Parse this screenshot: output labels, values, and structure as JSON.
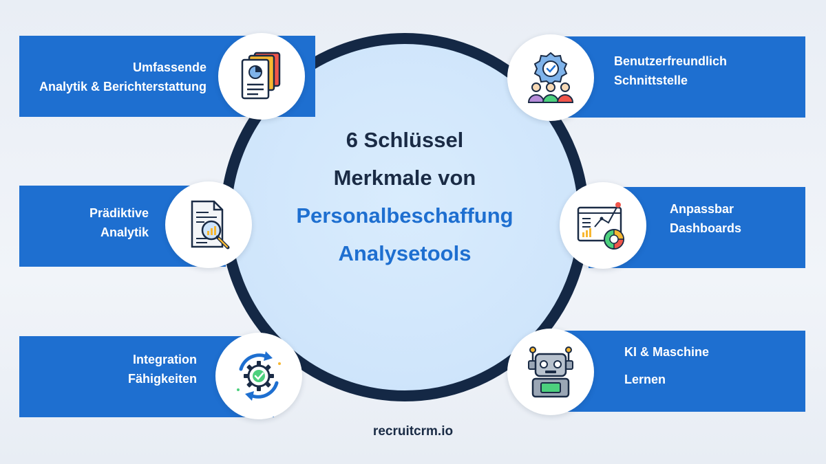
{
  "center": {
    "line1": "6 Schlüssel",
    "line2": "Merkmale von",
    "line3": "Personalbeschaffung",
    "line4": "Analysetools"
  },
  "features": {
    "reporting": {
      "line1": "Umfassende",
      "line2": "Analytik & Berichterstattung",
      "icon": "report-documents-icon"
    },
    "predictive": {
      "line1": "Prädiktive",
      "line2": "Analytik",
      "icon": "document-magnifier-icon"
    },
    "integration": {
      "line1": "Integration",
      "line2": "Fähigkeiten",
      "icon": "gear-cycle-icon"
    },
    "usability": {
      "line1": "Benutzerfreundlich",
      "line2": "Schnittstelle",
      "icon": "team-badge-icon"
    },
    "dashboards": {
      "line1": "Anpassbar",
      "line2": "Dashboards",
      "icon": "dashboard-chart-icon"
    },
    "ai": {
      "line1": "KI & Maschine",
      "line2": "Lernen",
      "icon": "robot-icon"
    }
  },
  "footer": {
    "brand": "recruitcrm.io"
  },
  "colors": {
    "band": "#1e6fd0",
    "ring": "#142845",
    "center_fill": "#cfe5fb",
    "title_dark": "#1a2b45",
    "title_blue": "#1e6fd0"
  }
}
